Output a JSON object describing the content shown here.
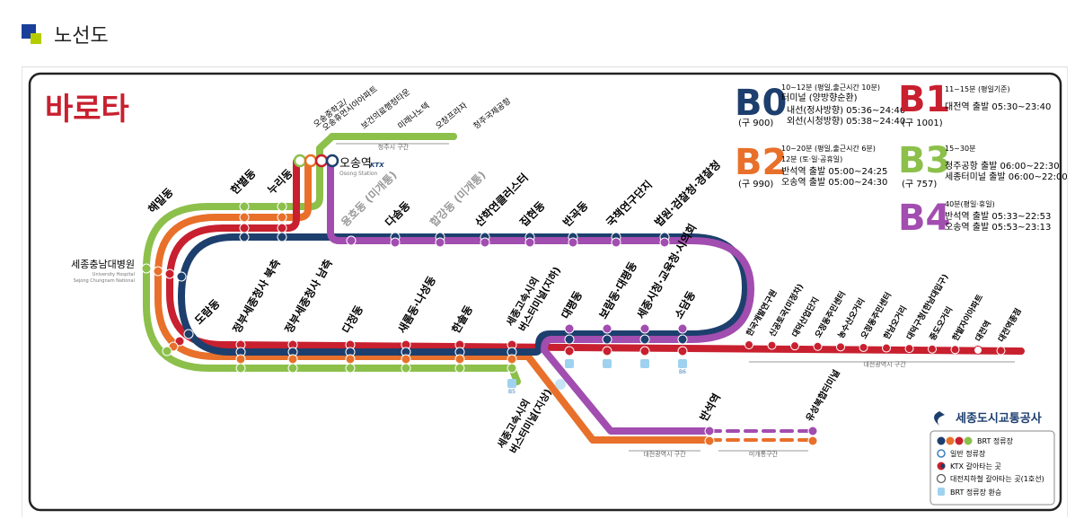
{
  "page": {
    "title": "노선도"
  },
  "logo": {
    "text": "바로타"
  },
  "routes": {
    "B0": {
      "code": "B0",
      "old": "(구 900)",
      "l1": "10~12분 (평일,출근시간 10분)",
      "l2": "터미널 (양방향순환)",
      "l3": "내선(정사방향) 05:36~24:40",
      "l4": "외선(시청방향) 05:38~24:40",
      "color": "#1d3f6e"
    },
    "B1": {
      "code": "B1",
      "old": "(구 1001)",
      "l1": "11~15분 (평일기준)",
      "l2": "대전역 출발 05:30~23:40",
      "color": "#c8202f"
    },
    "B2": {
      "code": "B2",
      "old": "(구 990)",
      "l1": "10~20분 (평일,출근시간 6분)",
      "l2": "12분 (토·일·공휴일)",
      "l3": "반석역 출발 05:00~24:25",
      "l4": "오송역 출발 05:00~24:30",
      "color": "#e8702a"
    },
    "B3": {
      "code": "B3",
      "old": "(구 757)",
      "l1": "15~30분",
      "l2": "청주공항 출발 06:00~22:30",
      "l3": "세종터미널 출발 06:00~22:00",
      "color": "#8cc04b"
    },
    "B4": {
      "code": "B4",
      "l1": "40분(평일·휴일)",
      "l2": "반석역 출발 05:33~22:53",
      "l3": "오송역 출발 05:53~23:13",
      "color": "#a24db0"
    }
  },
  "stations": {
    "osong": "오송역",
    "osong_ktx": "KTX",
    "osong_en": "Osong Station",
    "haemil": "해밀동",
    "hanbyeol": "한별동",
    "nuri": "누리동",
    "yongho": "용호동 (미개통)",
    "dasom": "다솜동",
    "hamgang": "합강동 (미개통)",
    "sanhak": "산학연클러스터",
    "jiphyeon": "집현동",
    "bangok": "반곡동",
    "gukchaek": "국책연구단지",
    "beobwon": "법원·검찰청·경찰청",
    "hospital": "세종충남대병원",
    "hospital_en1": "University Hospital",
    "hospital_en2": "Sejong Chungnam National",
    "doram": "도람동",
    "govnorth": "정부세종청사 북측",
    "govsouth": "정부세종청사 남측",
    "dajeong": "다정동",
    "saerom": "새롬동·나성동",
    "hansol": "한솔동",
    "terminal_ug": "세종고속시외 버스터미널(지하)",
    "terminal_ug1": "세종고속시외",
    "terminal_ug2": "버스터미널(지하)",
    "daepyeong": "대평동",
    "boram": "보람동·대평동",
    "cityhall": "세종시청·교육청·시의회",
    "sodam": "소담동",
    "terminal_gr1": "세종고속시외",
    "terminal_gr2": "버스터미널(지상)",
    "banseok": "반석역",
    "yuseong": "유성복합터미널",
    "osong_school": "오송중학교/오송휴먼시아아파트",
    "osong_school1": "오송중학교/",
    "osong_school2": "오송휴먼시아아파트",
    "health": "보건의료행정타운",
    "mirae": "미래나노텍",
    "osong_ro": "오창프라자",
    "airport": "청주국제공항"
  },
  "east_stations": [
    "한국개발연구원",
    "신공토국(미정차)",
    "대덕산업단지",
    "오정동주민센터",
    "농수산오거리",
    "오정동주민센터",
    "한남오거리",
    "대덕구청(한남대입구)",
    "중도오거리",
    "한밭자이아파트",
    "대전역",
    "대전역종점"
  ],
  "sections": {
    "cheongju": "청주시 구간",
    "daejeon_east": "대전광역시 구간",
    "daejeon_south": "대전광역시 구간",
    "unopened": "미개통구간"
  },
  "brt_mark": "B5",
  "brt_mark2": "B6",
  "legend": {
    "org": "세종도시교통공사",
    "brt_stop": "BRT 정류장",
    "general_stop": "일반 정류장",
    "ktx": "KTX 갈아타는 곳",
    "subway": "대전지하철 갈아타는 곳(1호선)",
    "brt_transfer": "BRT 정류장 환승"
  },
  "colors": {
    "b0": "#1d3f6e",
    "b1": "#c8202f",
    "b2": "#e8702a",
    "b3": "#8cc04b",
    "b4": "#a24db0",
    "border": "#222222"
  }
}
